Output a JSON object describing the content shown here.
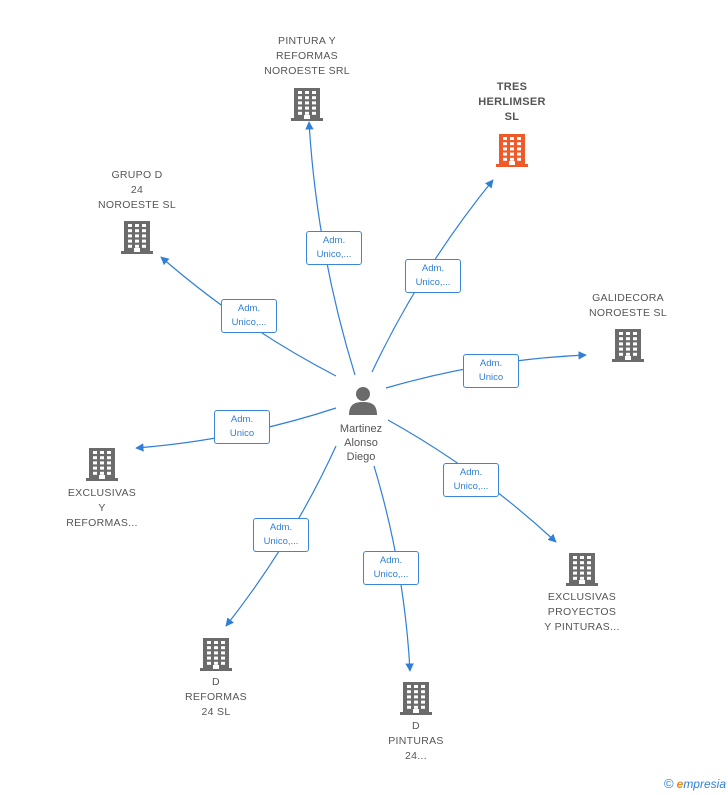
{
  "center": {
    "name_lines": [
      "Martinez",
      "Alonso",
      "Diego"
    ],
    "icon": "person-icon"
  },
  "companies": [
    {
      "id": "pintura",
      "lines": [
        "PINTURA Y",
        "REFORMAS",
        "NOROESTE SRL"
      ],
      "highlight": false
    },
    {
      "id": "tres",
      "lines": [
        "TRES",
        "HERLIMSER",
        "SL"
      ],
      "highlight": true
    },
    {
      "id": "grupo",
      "lines": [
        "GRUPO D",
        "24",
        "NOROESTE  SL"
      ],
      "highlight": false
    },
    {
      "id": "galidecora",
      "lines": [
        "GALIDECORA",
        "NOROESTE  SL"
      ],
      "highlight": false
    },
    {
      "id": "exclusivas-y",
      "lines": [
        "EXCLUSIVAS",
        "Y",
        "REFORMAS..."
      ],
      "highlight": false
    },
    {
      "id": "exclusivas-p",
      "lines": [
        "EXCLUSIVAS",
        "PROYECTOS",
        "Y PINTURAS..."
      ],
      "highlight": false
    },
    {
      "id": "d-reformas",
      "lines": [
        "D",
        "REFORMAS",
        "24  SL"
      ],
      "highlight": false
    },
    {
      "id": "d-pinturas",
      "lines": [
        "D",
        "PINTURAS",
        "24..."
      ],
      "highlight": false
    }
  ],
  "edge_labels": [
    {
      "to": "pintura",
      "lines": [
        "Adm.",
        "Unico,..."
      ]
    },
    {
      "to": "tres",
      "lines": [
        "Adm.",
        "Unico,..."
      ]
    },
    {
      "to": "grupo",
      "lines": [
        "Adm.",
        "Unico,..."
      ]
    },
    {
      "to": "galidecora",
      "lines": [
        "Adm.",
        "Unico"
      ]
    },
    {
      "to": "exclusivas-y",
      "lines": [
        "Adm.",
        "Unico"
      ]
    },
    {
      "to": "exclusivas-p",
      "lines": [
        "Adm.",
        "Unico,..."
      ]
    },
    {
      "to": "d-reformas",
      "lines": [
        "Adm.",
        "Unico,..."
      ]
    },
    {
      "to": "d-pinturas",
      "lines": [
        "Adm.",
        "Unico,..."
      ]
    }
  ],
  "colors": {
    "edge": "#2f7fd8",
    "building": "#6b6b6b",
    "building_highlight": "#f05a28",
    "text": "#555555"
  },
  "footer": {
    "copyright": "©",
    "brand_initial": "e",
    "brand_rest": "mpresia"
  }
}
